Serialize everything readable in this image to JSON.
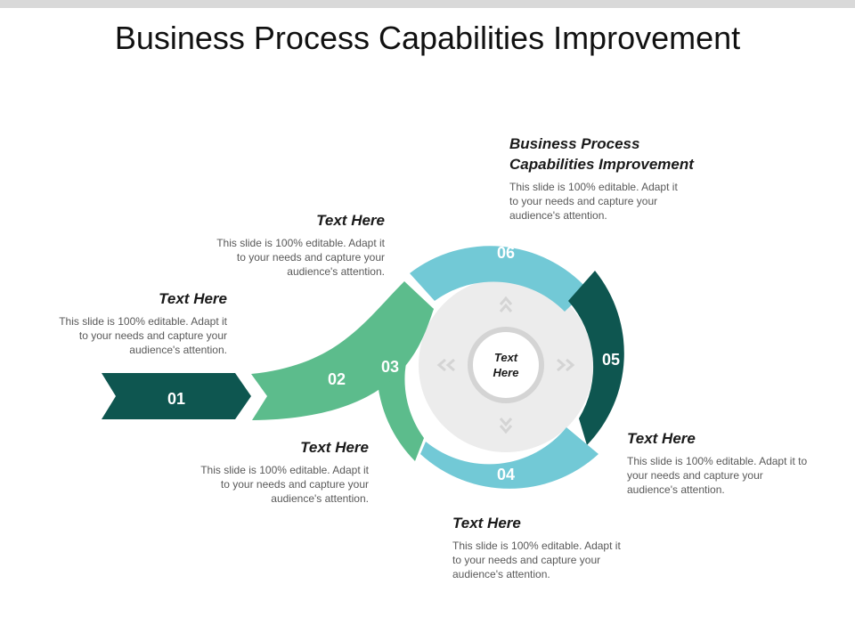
{
  "title": "Business Process Capabilities Improvement",
  "colors": {
    "dark_teal": "#0e5650",
    "green": "#5cbc8c",
    "light_blue": "#72c9d6",
    "gray_ring": "#d9d9d9",
    "arrow_gray": "#d4d4d4"
  },
  "center": {
    "line1": "Text",
    "line2": "Here"
  },
  "steps": [
    {
      "num": "01",
      "color": "#0e5650"
    },
    {
      "num": "02",
      "color": "#5cbc8c"
    },
    {
      "num": "03",
      "color": "#5cbc8c"
    },
    {
      "num": "04",
      "color": "#72c9d6"
    },
    {
      "num": "05",
      "color": "#0e5650"
    },
    {
      "num": "06",
      "color": "#72c9d6"
    }
  ],
  "blocks": [
    {
      "heading": "Business Process Capabilities Improvement",
      "body": "This slide is 100% editable. Adapt it to your needs and capture your audience's attention."
    },
    {
      "heading": "Text Here",
      "body": "This slide is 100% editable. Adapt it to your needs and capture your audience's attention."
    },
    {
      "heading": "Text Here",
      "body": "This slide is 100% editable. Adapt it to your needs and capture your audience's attention."
    },
    {
      "heading": "Text Here",
      "body": "This slide is 100% editable. Adapt it to your needs and capture your audience's attention."
    },
    {
      "heading": "Text Here",
      "body": "This slide is 100% editable. Adapt it to your needs and capture your audience's attention."
    },
    {
      "heading": "Text Here",
      "body": "This slide is 100% editable. Adapt it to your needs and capture your audience's attention."
    }
  ]
}
